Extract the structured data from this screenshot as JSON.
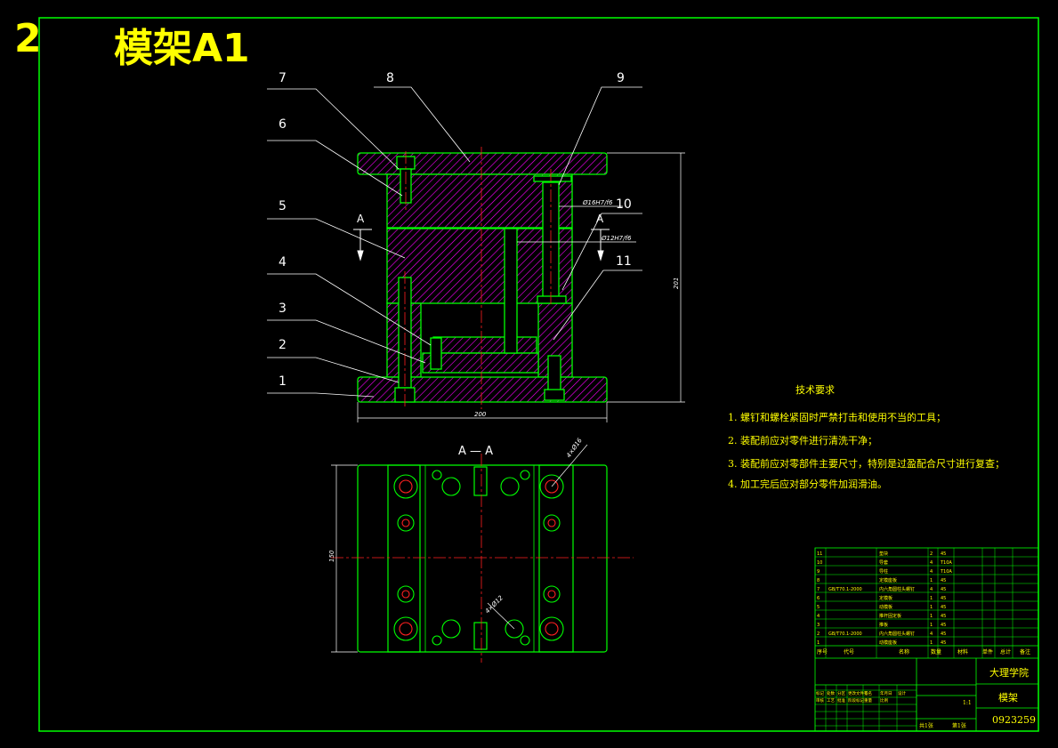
{
  "sheet": {
    "number": "2",
    "title": "模架A1"
  },
  "balloons": [
    "1",
    "2",
    "3",
    "4",
    "5",
    "6",
    "7",
    "8",
    "9",
    "10",
    "11"
  ],
  "section": {
    "marker": "A",
    "title": "A — A"
  },
  "dims": {
    "width": "200",
    "height": "201",
    "plan_height": "150",
    "fit1": "Ø16H7/f6",
    "fit2": "Ø12H7/f6",
    "hole1": "4×Ø16",
    "hole2": "4×Ø12"
  },
  "notes": {
    "heading": "技术要求",
    "items": [
      "1. 螺钉和螺栓紧固时严禁打击和使用不当的工具；",
      "2. 装配前应对零件进行清洗干净；",
      "3. 装配前应对零部件主要尺寸，特别是过盈配合尺寸进行复查；",
      "4. 加工完后应对部分零件加润滑油。"
    ]
  },
  "titleblock": {
    "school": "大理学院",
    "part_name": "模架",
    "drawing_no": "0923259",
    "scale": "1:1",
    "header": [
      "序号",
      "代号",
      "名称",
      "数量",
      "材料",
      "单件",
      "总计",
      "备注"
    ],
    "bom_rows": [
      [
        "11",
        "",
        "垫块",
        "2",
        "45"
      ],
      [
        "10",
        "",
        "导套",
        "4",
        "T10A"
      ],
      [
        "9",
        "",
        "导柱",
        "4",
        "T10A"
      ],
      [
        "8",
        "",
        "定模座板",
        "1",
        "45"
      ],
      [
        "7",
        "GB/T70.1-2000",
        "内六角圆柱头螺钉",
        "4",
        "45"
      ],
      [
        "6",
        "",
        "定模板",
        "1",
        "45"
      ],
      [
        "5",
        "",
        "动模板",
        "1",
        "45"
      ],
      [
        "4",
        "",
        "推杆固定板",
        "1",
        "45"
      ],
      [
        "3",
        "",
        "推板",
        "1",
        "45"
      ],
      [
        "2",
        "GB/T70.1-2000",
        "内六角圆柱头螺钉",
        "4",
        "45"
      ],
      [
        "1",
        "",
        "动模座板",
        "1",
        "45"
      ]
    ],
    "sheet_info": [
      "共1张",
      "第1张"
    ],
    "signatures": [
      "标记",
      "处数",
      "分区",
      "更改文件号",
      "签名",
      "年月日",
      "设计",
      "审核",
      "工艺",
      "批准",
      "阶段标记",
      "重量",
      "比例"
    ]
  },
  "colors": {
    "border": "#00ff00",
    "section_fill": "#ff00ff",
    "centerline": "#ff2020",
    "text": "#ffff00",
    "leader": "#ffffff"
  }
}
